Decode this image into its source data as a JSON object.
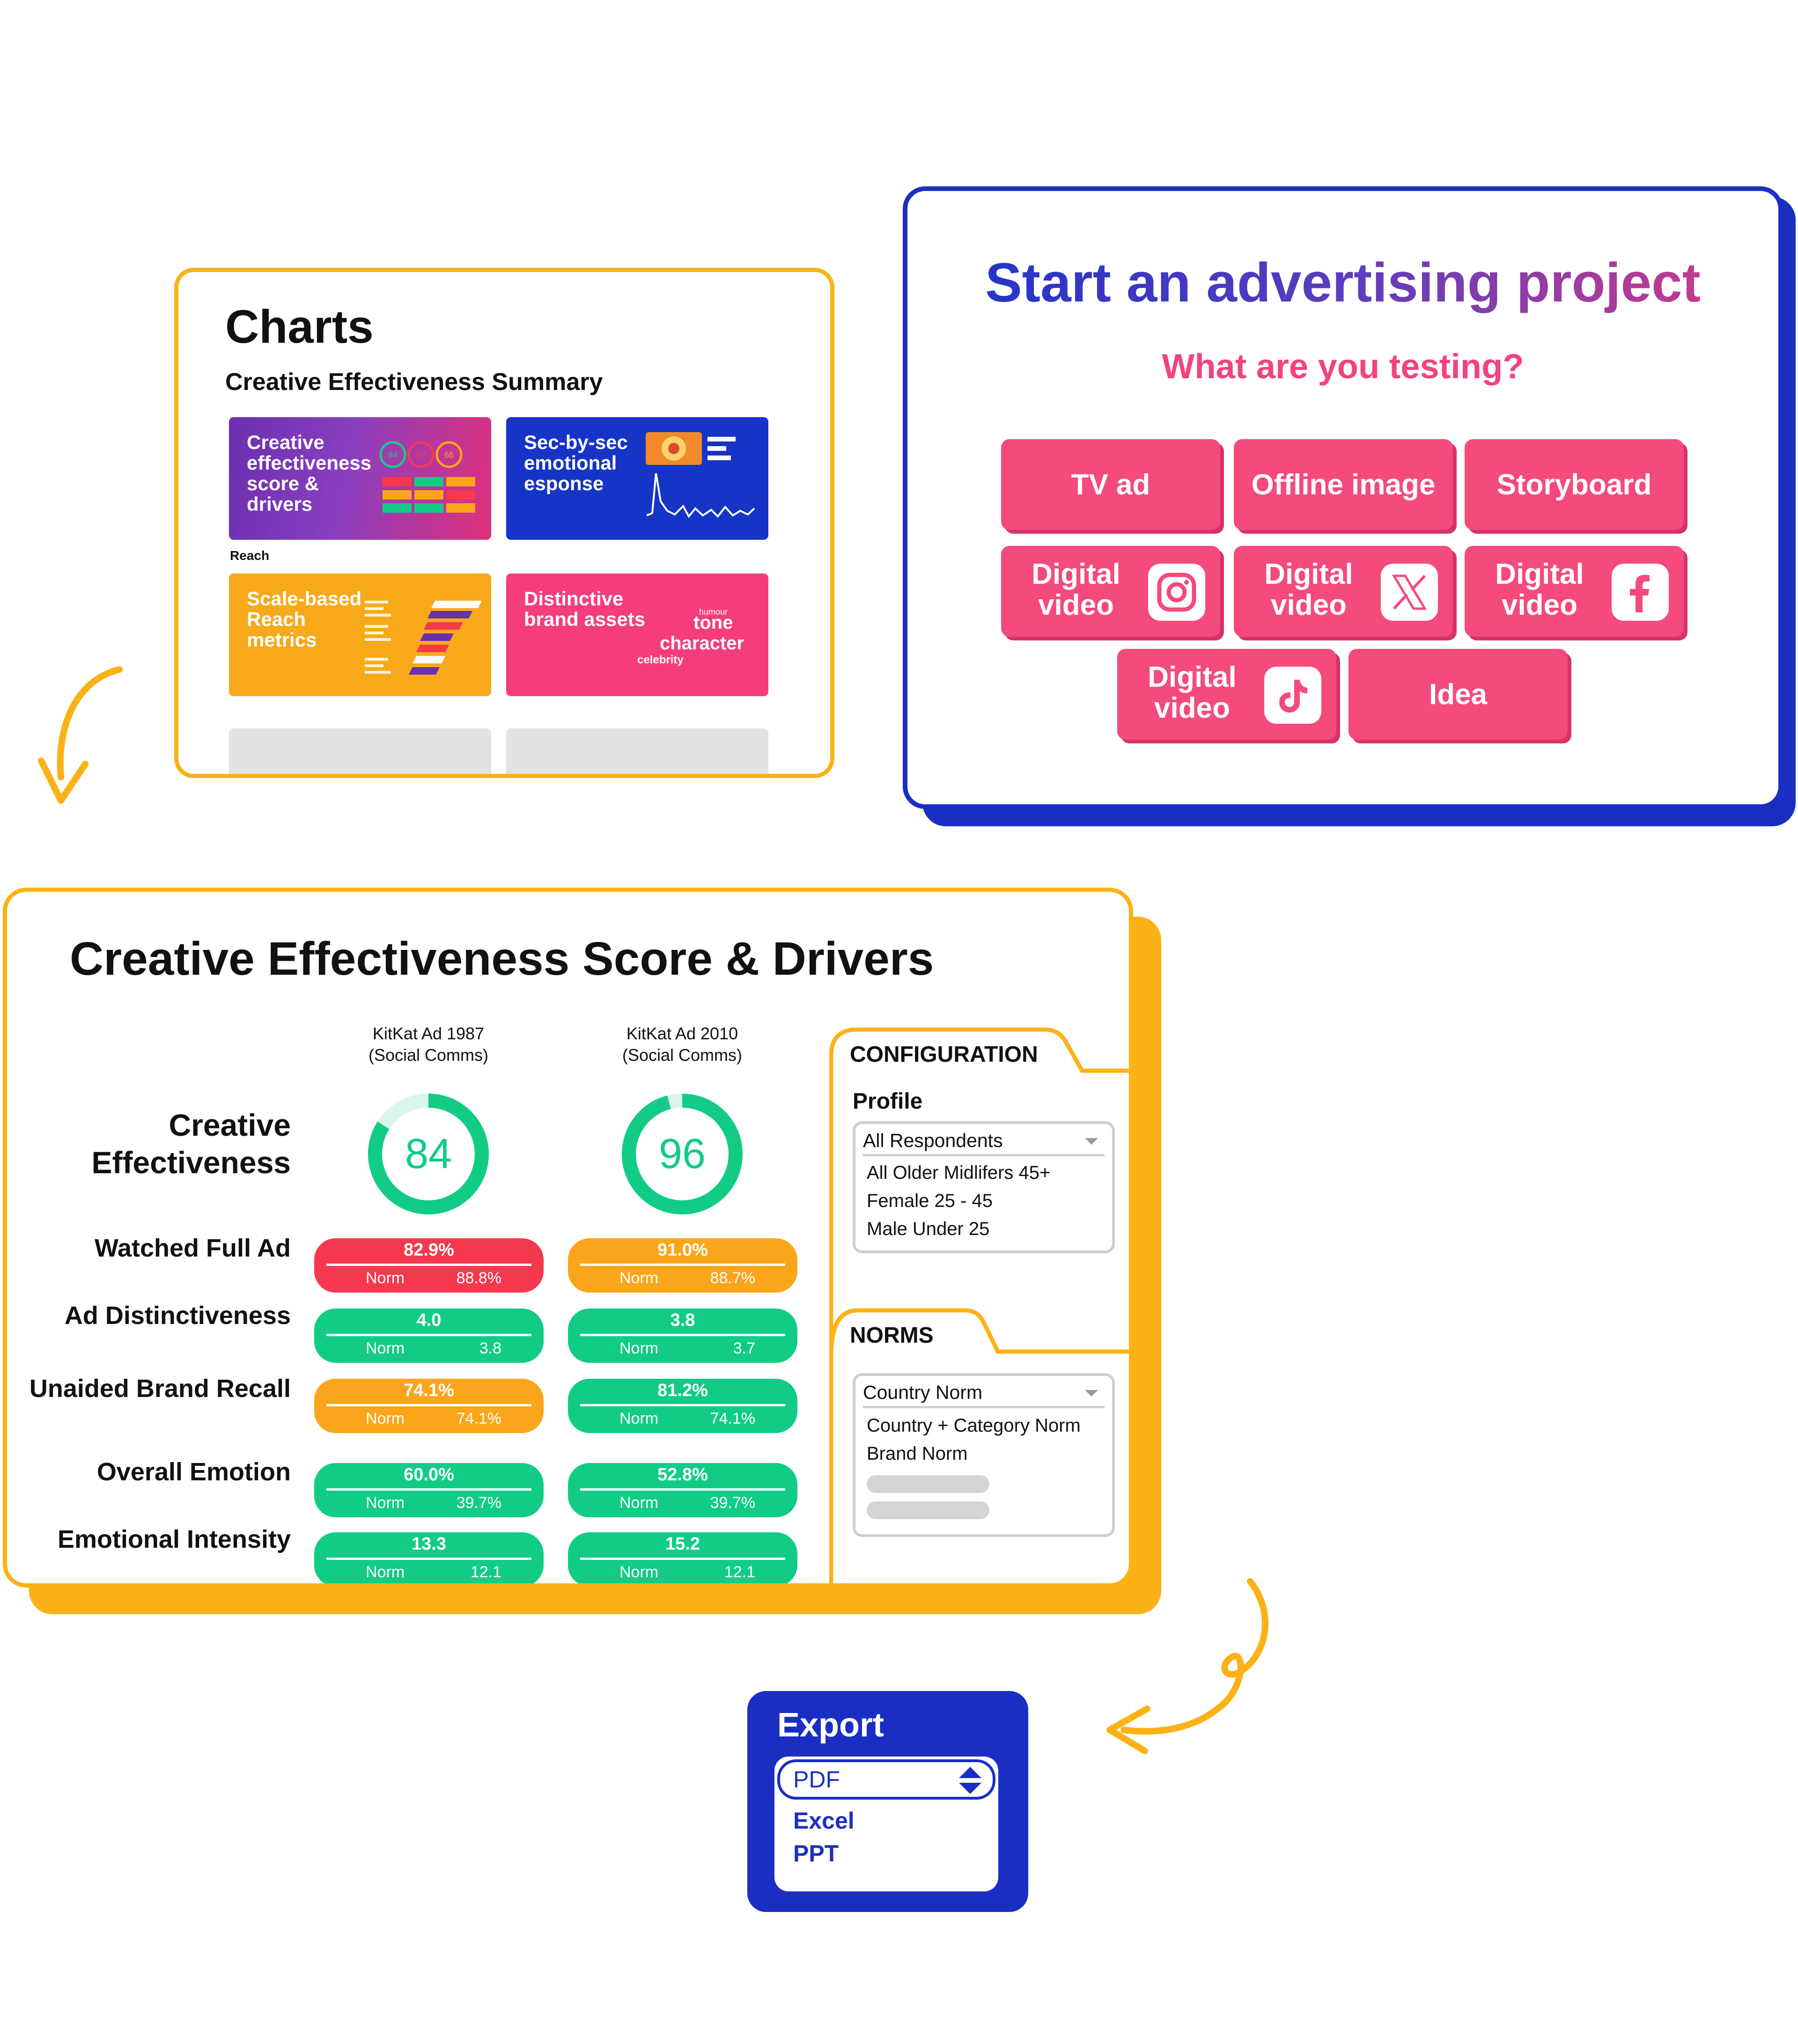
{
  "colors": {
    "orange": "#fbb217",
    "blue": "#1a2fc2",
    "pink": "#f44a7c",
    "green": "#12cc86",
    "red": "#f6384f",
    "amber": "#fba51a"
  },
  "charts_panel": {
    "title": "Charts",
    "subtitle": "Creative Effectiveness Summary",
    "section_label": "Reach",
    "tiles": [
      {
        "label": "Creative effectiveness score & drivers",
        "mini_scores": [
          "84",
          "87",
          "66"
        ]
      },
      {
        "label": "Sec-by-sec emotional esponse"
      },
      {
        "label": "Scale-based Reach metrics"
      },
      {
        "label": "Distinctive brand assets",
        "words": [
          "tone",
          "character",
          "humour",
          "celebrity"
        ]
      }
    ]
  },
  "project_panel": {
    "title": "Start an advertising project",
    "subtitle": "What are you testing?",
    "buttons": [
      {
        "label": "TV ad"
      },
      {
        "label": "Offline image"
      },
      {
        "label": "Storyboard"
      },
      {
        "label": "Digital video",
        "icon": "instagram-icon"
      },
      {
        "label": "Digital video",
        "icon": "x-icon"
      },
      {
        "label": "Digital video",
        "icon": "facebook-icon"
      },
      {
        "label": "Digital video",
        "icon": "tiktok-icon"
      },
      {
        "label": "Idea"
      }
    ]
  },
  "score_panel": {
    "title": "Creative Effectiveness Score & Drivers",
    "columns": [
      {
        "line1": "KitKat Ad 1987",
        "line2": "(Social Comms)",
        "score": 84
      },
      {
        "line1": "KitKat Ad 2010",
        "line2": "(Social Comms)",
        "score": 96
      }
    ],
    "ring_label_1": "Creative",
    "ring_label_2": "Effectiveness",
    "metrics": [
      {
        "label": "Watched Full Ad",
        "norm_label": "Norm",
        "values": [
          {
            "value": "82.9%",
            "norm": "88.8%",
            "status": "red"
          },
          {
            "value": "91.0%",
            "norm": "88.7%",
            "status": "amber"
          }
        ]
      },
      {
        "label": "Ad Distinctiveness",
        "norm_label": "Norm",
        "values": [
          {
            "value": "4.0",
            "norm": "3.8",
            "status": "green"
          },
          {
            "value": "3.8",
            "norm": "3.7",
            "status": "green"
          }
        ]
      },
      {
        "label": "Unaided Brand Recall",
        "norm_label": "Norm",
        "values": [
          {
            "value": "74.1%",
            "norm": "74.1%",
            "status": "amber"
          },
          {
            "value": "81.2%",
            "norm": "74.1%",
            "status": "green"
          }
        ]
      },
      {
        "label": "Overall Emotion",
        "norm_label": "Norm",
        "values": [
          {
            "value": "60.0%",
            "norm": "39.7%",
            "status": "green"
          },
          {
            "value": "52.8%",
            "norm": "39.7%",
            "status": "green"
          }
        ]
      },
      {
        "label": "Emotional Intensity",
        "norm_label": "Norm",
        "values": [
          {
            "value": "13.3",
            "norm": "12.1",
            "status": "green"
          },
          {
            "value": "15.2",
            "norm": "12.1",
            "status": "green"
          }
        ]
      }
    ],
    "configuration": {
      "tab_label": "CONFIGURATION",
      "profile_label": "Profile",
      "selected": "All Respondents",
      "options": [
        "All Older Midlifers 45+",
        "Female 25 - 45",
        "Male Under 25"
      ]
    },
    "norms": {
      "tab_label": "NORMS",
      "selected": "Country Norm",
      "options": [
        "Country + Category Norm",
        "Brand Norm"
      ]
    }
  },
  "export_panel": {
    "title": "Export",
    "selected": "PDF",
    "options": [
      "Excel",
      "PPT"
    ]
  }
}
